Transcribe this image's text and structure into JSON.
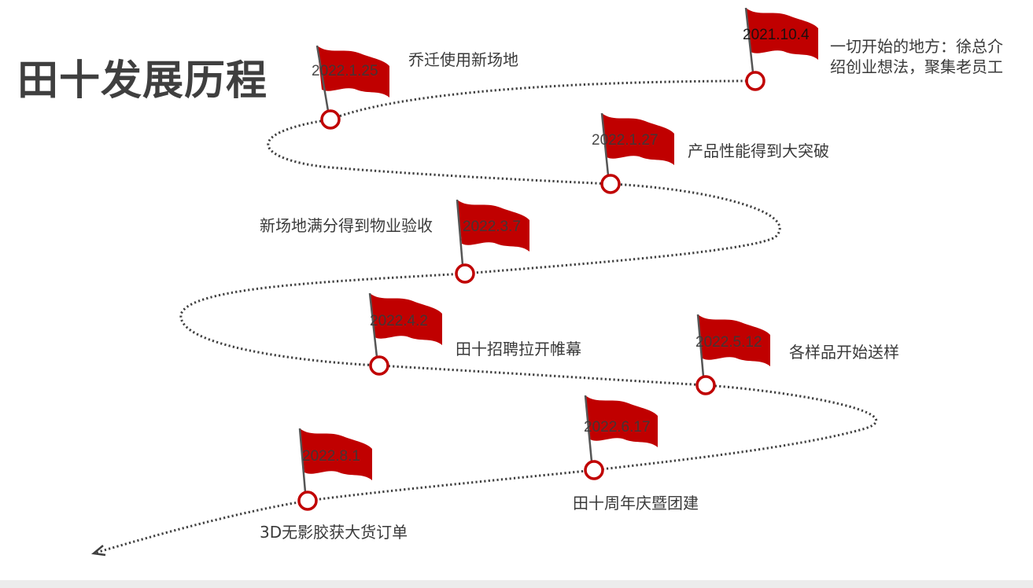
{
  "title": "田十发展历程",
  "colors": {
    "flag": "#c00000",
    "marker": "#c00000",
    "path": "#404040",
    "text": "#3a3a3a"
  },
  "milestones": [
    {
      "date": "2021.10.4",
      "text": "一切开始的地方：徐总介绍创业想法，聚集老员工"
    },
    {
      "date": "2022.1.25",
      "text": "乔迁使用新场地"
    },
    {
      "date": "2022.1.27",
      "text": "产品性能得到大突破"
    },
    {
      "date": "2022.3.7",
      "text": "新场地满分得到物业验收"
    },
    {
      "date": "2022.4.2",
      "text": "田十招聘拉开帷幕"
    },
    {
      "date": "2022.5.12",
      "text": "各样品开始送样"
    },
    {
      "date": "2022.6.17",
      "text": "田十周年庆暨团建"
    },
    {
      "date": "2022.8.1",
      "text": "3D无影胶获大货订单"
    }
  ]
}
